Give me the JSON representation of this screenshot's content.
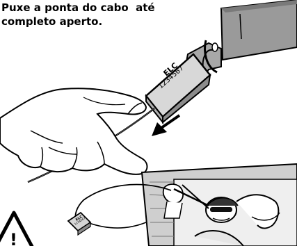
{
  "instruction": {
    "line1": "Puxe a ponta do cabo  até",
    "line2": "completo aperto."
  },
  "seal_main": {
    "brand": "ELC",
    "serial": "1234567"
  },
  "seal_small": {
    "brand": "ELC",
    "serial": "1234567"
  },
  "warning": {
    "symbol": "!"
  },
  "icons": {
    "pull_direction": "arrow-down-left-icon",
    "warning": "warning-triangle-icon"
  },
  "colors": {
    "ink": "#000000",
    "metal_grey": "#9a9a9a",
    "background": "#ffffff"
  }
}
